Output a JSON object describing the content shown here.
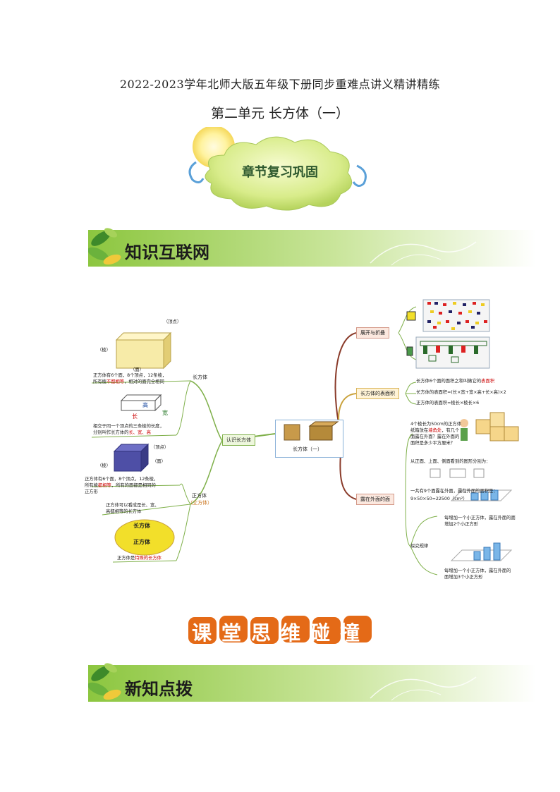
{
  "header": {
    "doc_title": "2022-2023学年北师大版五年级下册同步重难点讲义精讲精练",
    "unit_title": "第二单元  长方体（一）"
  },
  "badge": {
    "text": "章节复习巩固"
  },
  "section1": {
    "title": "知识互联网"
  },
  "section2": {
    "title": "课堂思维碰撞"
  },
  "section3": {
    "title": "新知点拨"
  },
  "mindmap": {
    "center": "长方体（一）",
    "left_node": "认识长方体",
    "cuboid_branch": "长方体",
    "cube_branch_1": "正方体",
    "cube_branch_2": "（立方体）",
    "label_vertex": "（顶点）",
    "label_edge": "（棱）",
    "label_face": "（面）",
    "cuboid_desc_1": "正方体有6个面，8个顶点，12条棱，",
    "cuboid_desc_2a": "所有棱",
    "cuboid_desc_2b": "不都相等",
    "cuboid_desc_2c": "，相对的面完全相同",
    "dim_high": "高",
    "dim_long": "长",
    "dim_wide": "宽",
    "dim_desc_1": "相交于同一个顶点的三条棱的长度，",
    "dim_desc_2a": "分别叫作长方体的",
    "dim_desc_2b": "长、宽、高",
    "cube_label_face": "（面）",
    "cube_label_vertex": "（顶点）",
    "cube_label_edge": "（棱）",
    "cube_desc_1": "正方体有6个面，8个顶点，12条棱，",
    "cube_desc_2a": "所有棱",
    "cube_desc_2b": "都相等",
    "cube_desc_2c": "，所有的面都是相同的",
    "cube_desc_3": "正方形",
    "cube_note_1": "正方体可以看成是长、宽、",
    "cube_note_2": "高都相等的长方体",
    "ellipse_outer": "长方体",
    "ellipse_inner": "正方体",
    "special_a": "正方体是",
    "special_b": "特殊的长方体",
    "right_node_1": "展开与折叠",
    "right_node_2": "长方体的表面积",
    "right_node_3": "露在外面的面",
    "area_line_1a": "长方体6个面的面积之和叫做它的",
    "area_line_1b": "表面积",
    "area_line_2": "长方体的表面积=(长×宽+宽×高+长×高)×2",
    "area_line_3": "正方体的表面积=棱长×棱长×6",
    "face_q_1": "4个棱长为50cm的正方体",
    "face_q_2a": "纸箱放在",
    "face_q_2b": "墙角处",
    "face_q_2c": "，有几个",
    "face_q_3": "面露在外面？露在外面的",
    "face_q_4": "面积是多少平方厘米？",
    "face_view": "从正面、上面、侧面看到的图形分别为：",
    "face_calc_1": "一共有9个面露在外面，露在外面的面积是：",
    "face_calc_2": "9×50×50=22500（cm²）",
    "explore": "探究规律",
    "rule_1a": "每增加一个小正方体，露在外面的面",
    "rule_1b": "增加2个小正方形",
    "rule_2a": "每增加一个小正方体，露在外面的",
    "rule_2b": "面增加3个小正方形"
  },
  "colors": {
    "banner_green": "#8cc63f",
    "orange_text": "#e46a17",
    "red_text": "#cc0000"
  }
}
